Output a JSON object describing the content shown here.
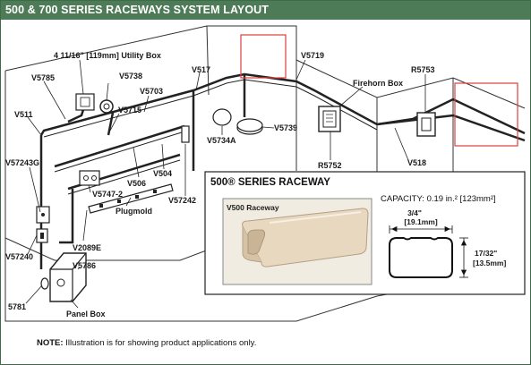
{
  "header": {
    "title": "500 & 700 SERIES RACEWAYS SYSTEM LAYOUT"
  },
  "colors": {
    "header_bg": "#4d7a57",
    "highlight_box": "#d94040",
    "raceway_sample": "#e8d8c0"
  },
  "labels": {
    "utility_box": "4 11/16\" [119mm] Utility Box",
    "v5785": "V5785",
    "v5738": "V5738",
    "v5703": "V5703",
    "v517": "V517",
    "v5719": "V5719",
    "firehorn_box": "Firehorn Box",
    "r5753": "R5753",
    "v511": "V511",
    "v5715": "V5715",
    "v57243g": "V57243G",
    "v5739": "V5739",
    "v5734a": "V5734A",
    "r5752": "R5752",
    "v518": "V518",
    "v506": "V506",
    "v504": "V504",
    "v57242": "V57242",
    "v5747_2": "V5747-2",
    "plugmold": "Plugmold",
    "v2089e": "V2089E",
    "v57240": "V57240",
    "v5786": "V5786",
    "l5781": "5781",
    "panel_box": "Panel Box"
  },
  "inset": {
    "title": "500® SERIES RACEWAY",
    "sample_label": "V500 Raceway",
    "capacity_label": "CAPACITY:",
    "capacity_value": "0.19 in.² [123mm²]",
    "width_in": "3/4\"",
    "width_mm": "[19.1mm]",
    "height_in": "17/32\"",
    "height_mm": "[13.5mm]"
  },
  "note": {
    "label": "NOTE:",
    "text": " Illustration is for showing product applications only."
  }
}
